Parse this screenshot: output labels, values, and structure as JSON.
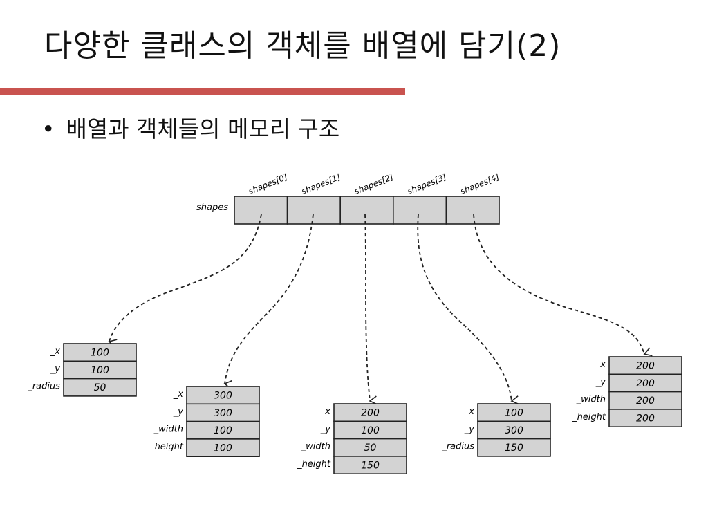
{
  "title": "다양한 클래스의 객체를 배열에 담기(2)",
  "bullet": {
    "marker": "•",
    "text": "배열과 객체들의 메모리 구조"
  },
  "colors": {
    "accent_bar": "#c9534f",
    "cell_fill": "#d3d3d3",
    "stroke": "#222222"
  },
  "array": {
    "name": "shapes",
    "indices": [
      "shapes[0]",
      "shapes[1]",
      "shapes[2]",
      "shapes[3]",
      "shapes[4]"
    ]
  },
  "objects": [
    {
      "fields": [
        {
          "name": "_x",
          "value": "100"
        },
        {
          "name": "_y",
          "value": "100"
        },
        {
          "name": "_radius",
          "value": "50"
        }
      ]
    },
    {
      "fields": [
        {
          "name": "_x",
          "value": "300"
        },
        {
          "name": "_y",
          "value": "300"
        },
        {
          "name": "_width",
          "value": "100"
        },
        {
          "name": "_height",
          "value": "100"
        }
      ]
    },
    {
      "fields": [
        {
          "name": "_x",
          "value": "200"
        },
        {
          "name": "_y",
          "value": "100"
        },
        {
          "name": "_width",
          "value": "50"
        },
        {
          "name": "_height",
          "value": "150"
        }
      ]
    },
    {
      "fields": [
        {
          "name": "_x",
          "value": "100"
        },
        {
          "name": "_y",
          "value": "300"
        },
        {
          "name": "_radius",
          "value": "150"
        }
      ]
    },
    {
      "fields": [
        {
          "name": "_x",
          "value": "200"
        },
        {
          "name": "_y",
          "value": "200"
        },
        {
          "name": "_width",
          "value": "200"
        },
        {
          "name": "_height",
          "value": "200"
        }
      ]
    }
  ]
}
